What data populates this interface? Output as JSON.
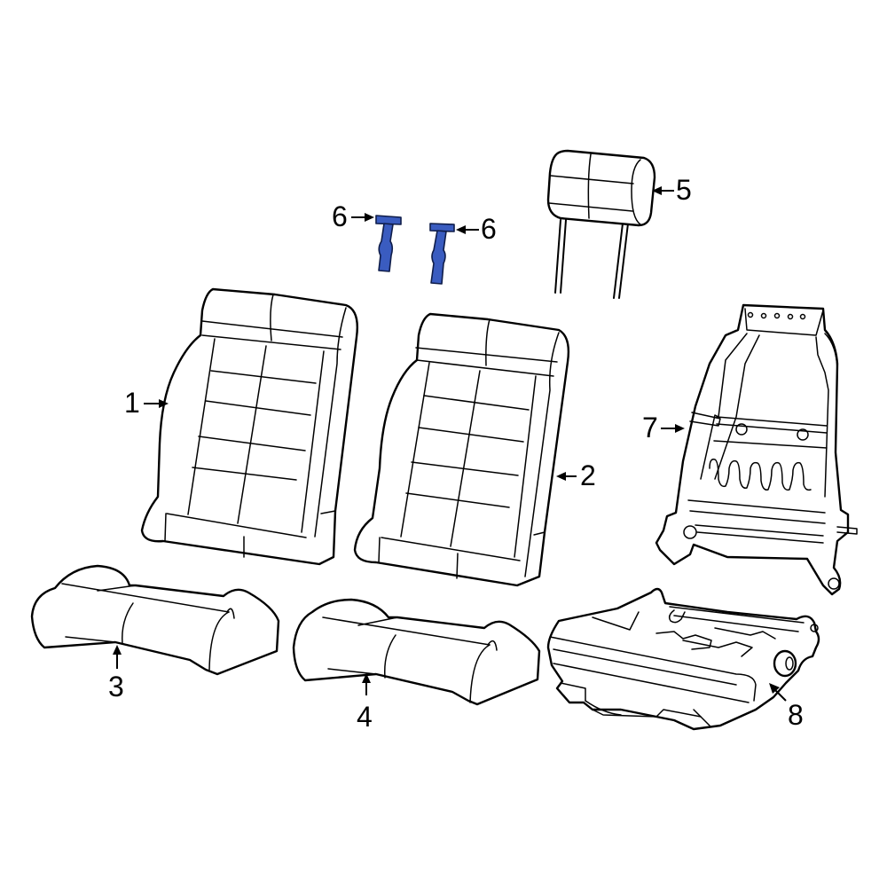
{
  "diagram": {
    "title": "Seat components exploded view",
    "highlight_color": "#3a5cc0",
    "line_color": "#000000",
    "background": "#ffffff",
    "parts": [
      {
        "id": "1",
        "label": "1",
        "name": "Seat back cushion (left)"
      },
      {
        "id": "2",
        "label": "2",
        "name": "Seat back cushion (right)"
      },
      {
        "id": "3",
        "label": "3",
        "name": "Seat cushion (left)"
      },
      {
        "id": "4",
        "label": "4",
        "name": "Seat cushion (right)"
      },
      {
        "id": "5",
        "label": "5",
        "name": "Headrest"
      },
      {
        "id": "6a",
        "label": "6",
        "name": "Headrest guide (highlighted)"
      },
      {
        "id": "6b",
        "label": "6",
        "name": "Headrest guide (highlighted)"
      },
      {
        "id": "7",
        "label": "7",
        "name": "Seat back frame"
      },
      {
        "id": "8",
        "label": "8",
        "name": "Seat track / cushion frame"
      }
    ]
  }
}
